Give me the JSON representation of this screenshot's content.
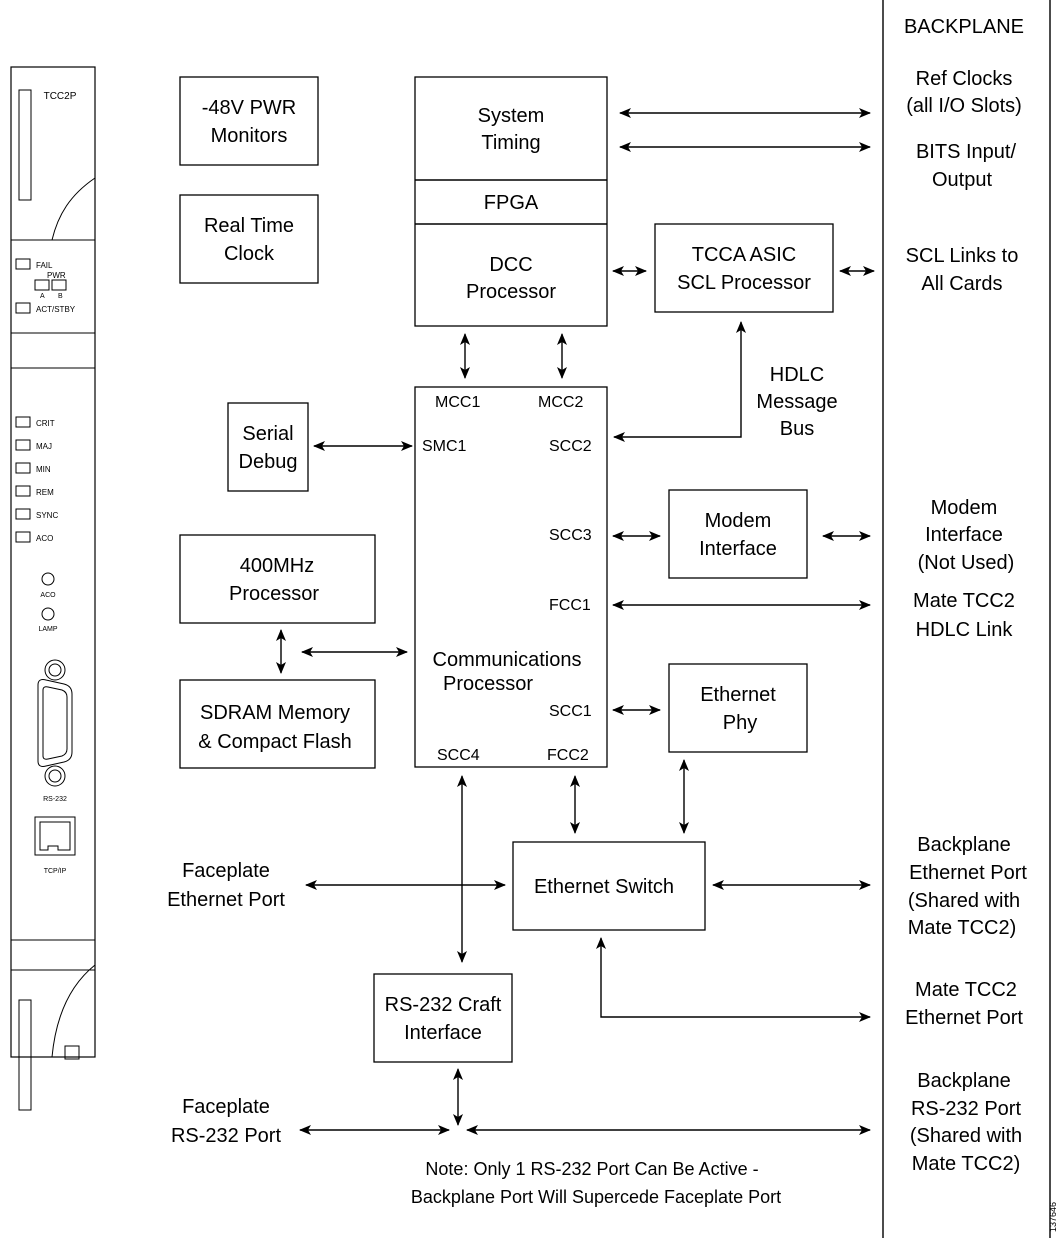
{
  "blocks": {
    "pwr_monitors": [
      "-48V PWR",
      "Monitors"
    ],
    "real_time_clock": [
      "Real Time",
      "Clock"
    ],
    "system_timing": [
      "System",
      "Timing"
    ],
    "fpga": "FPGA",
    "dcc_processor": [
      "DCC",
      "Processor"
    ],
    "tcca_asic": [
      "TCCA ASIC",
      "SCL Processor"
    ],
    "serial_debug": [
      "Serial",
      "Debug"
    ],
    "comm_processor": [
      "Communications",
      "Processor"
    ],
    "modem_interface": [
      "Modem",
      "Interface"
    ],
    "processor_400": [
      "400MHz",
      "Processor"
    ],
    "sdram": [
      "SDRAM Memory",
      "& Compact Flash"
    ],
    "ethernet_phy": [
      "Ethernet",
      "Phy"
    ],
    "ethernet_switch": "Ethernet Switch",
    "rs232_craft": [
      "RS-232 Craft",
      "Interface"
    ]
  },
  "ports": {
    "mcc1": "MCC1",
    "mcc2": "MCC2",
    "smc1": "SMC1",
    "scc2": "SCC2",
    "scc3": "SCC3",
    "fcc1": "FCC1",
    "scc1": "SCC1",
    "scc4": "SCC4",
    "fcc2": "FCC2"
  },
  "labels": {
    "hdlc_bus": [
      "HDLC",
      "Message",
      "Bus"
    ],
    "faceplate_eth": [
      "Faceplate",
      "Ethernet Port"
    ],
    "faceplate_rs232": [
      "Faceplate",
      "RS-232 Port"
    ],
    "note": [
      "Note:  Only 1 RS-232 Port Can Be Active -",
      "Backplane Port Will Supercede Faceplate Port"
    ]
  },
  "backplane": {
    "title": "BACKPLANE",
    "ref_clocks": [
      "Ref Clocks",
      "(all I/O Slots)"
    ],
    "bits": [
      "BITS Input/",
      "Output"
    ],
    "scl_links": [
      "SCL Links to",
      "All Cards"
    ],
    "modem": [
      "Modem",
      "Interface",
      "(Not Used)"
    ],
    "mate_hdlc": [
      "Mate TCC2",
      "HDLC Link"
    ],
    "backplane_eth": [
      "Backplane",
      "Ethernet Port",
      "(Shared with",
      "Mate TCC2)"
    ],
    "mate_eth": [
      "Mate TCC2",
      "Ethernet Port"
    ],
    "backplane_rs232": [
      "Backplane",
      "RS-232 Port",
      "(Shared with",
      "Mate TCC2)"
    ]
  },
  "faceplate": {
    "card_name": "TCC2P",
    "fail": "FAIL",
    "pwr": "PWR",
    "pwr_a": "A",
    "pwr_b": "B",
    "act_stby": "ACT/STBY",
    "alarms": [
      "CRIT",
      "MAJ",
      "MIN",
      "REM",
      "SYNC",
      "ACO"
    ],
    "aco_button": "ACO",
    "lamp_button": "LAMP",
    "rs232_connector": "RS-232",
    "tcpip_connector": "TCP/IP"
  },
  "figure_id": "137646"
}
